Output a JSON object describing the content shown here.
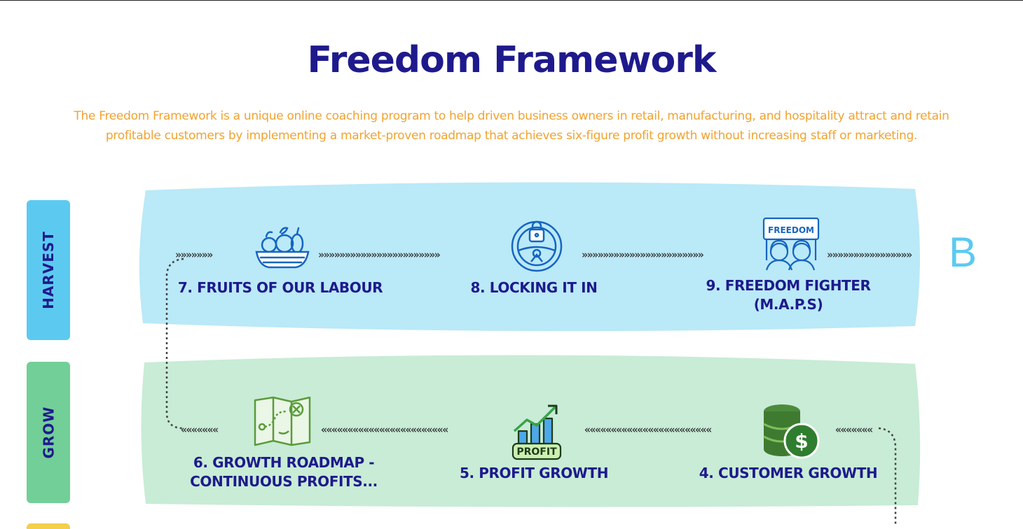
{
  "header": {
    "title": "Freedom Framework",
    "subtitle_line1": "The Freedom Framework is a unique online coaching program to help driven business owners in retail, manufacturing, and hospitality attract and retain",
    "subtitle_line2": "profitable customers by implementing a market-proven roadmap that achieves six-figure profit growth without increasing staff or marketing."
  },
  "stages": {
    "harvest": {
      "label": "HARVEST",
      "color": "#5ccaf0",
      "band_color": "#bae9f8"
    },
    "grow": {
      "label": "GROW",
      "color": "#72cf98",
      "band_color": "#c8ecd6"
    }
  },
  "steps": {
    "s7": {
      "label": "7. FRUITS OF OUR LABOUR",
      "icon": "fruit-basket-icon"
    },
    "s8": {
      "label": "8. LOCKING IT IN",
      "icon": "lock-steering-icon"
    },
    "s9": {
      "label_line1": "9. FREEDOM FIGHTER",
      "label_line2": "(M.A.P.S)",
      "icon": "freedom-sign-icon",
      "icon_text": "FREEDOM"
    },
    "s6": {
      "label_line1": "6. GROWTH ROADMAP -",
      "label_line2": "CONTINUOUS PROFITS...",
      "icon": "treasure-map-icon"
    },
    "s5": {
      "label": "5. PROFIT GROWTH",
      "icon": "profit-chart-icon",
      "icon_text": "PROFIT"
    },
    "s4": {
      "label": "4. CUSTOMER GROWTH",
      "icon": "coins-dollar-icon"
    }
  },
  "end_marker": "B",
  "arrows": {
    "right": "»»»»»»»»»»»»»»»»»»»»»»»",
    "left": "««««««««««««««««««««««««"
  }
}
